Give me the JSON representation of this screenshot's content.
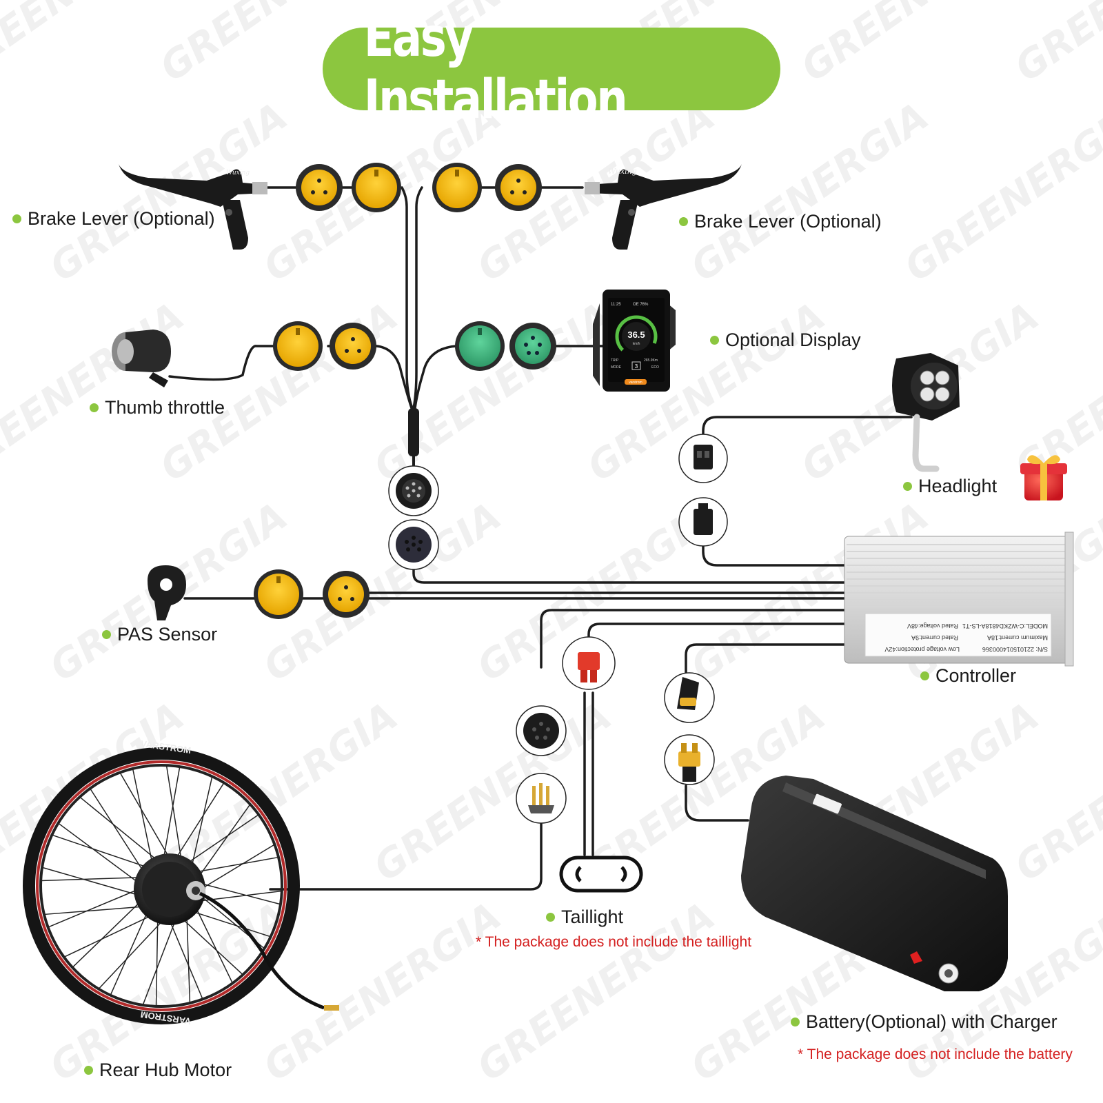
{
  "title": "Easy Installation",
  "colors": {
    "accent_green": "#8cc63f",
    "connector_yellow": "#f5b800",
    "connector_green": "#3aa876",
    "note_red": "#d42020"
  },
  "watermark": "GREENERGIA",
  "labels": {
    "brake_left": "Brake Lever (Optional)",
    "brake_right": "Brake Lever (Optional)",
    "display": "Optional Display",
    "throttle": "Thumb throttle",
    "headlight": "Headlight",
    "pas": "PAS Sensor",
    "controller": "Controller",
    "taillight": "Taillight",
    "taillight_note": "* The package does not include the taillight",
    "battery": "Battery(Optional) with Charger",
    "battery_note": "* The package does not include the battery",
    "motor": "Rear Hub Motor"
  },
  "display_screen": {
    "time": "11:25",
    "battery": "OE 76%",
    "speed": "36.5",
    "unit": "km/h",
    "trip_label": "TRIP",
    "odo": "265.9Km",
    "mode_label": "MODE",
    "gear": "3",
    "mode": "ECO",
    "brand": "varstrom"
  },
  "brake_brand": "Wuxing",
  "wheel_brand": "VARSTROM",
  "controller_plate": {
    "sn": "S/N:",
    "serial": "221015014000366",
    "model": "MODEL:C-WZKD4818A-LS-T1",
    "max_current": "Maximum current:18A",
    "rated_current": "Rated current:9A",
    "low_voltage": "Low voltage protection:42V",
    "rated_voltage": "Rated voltage:48V"
  }
}
